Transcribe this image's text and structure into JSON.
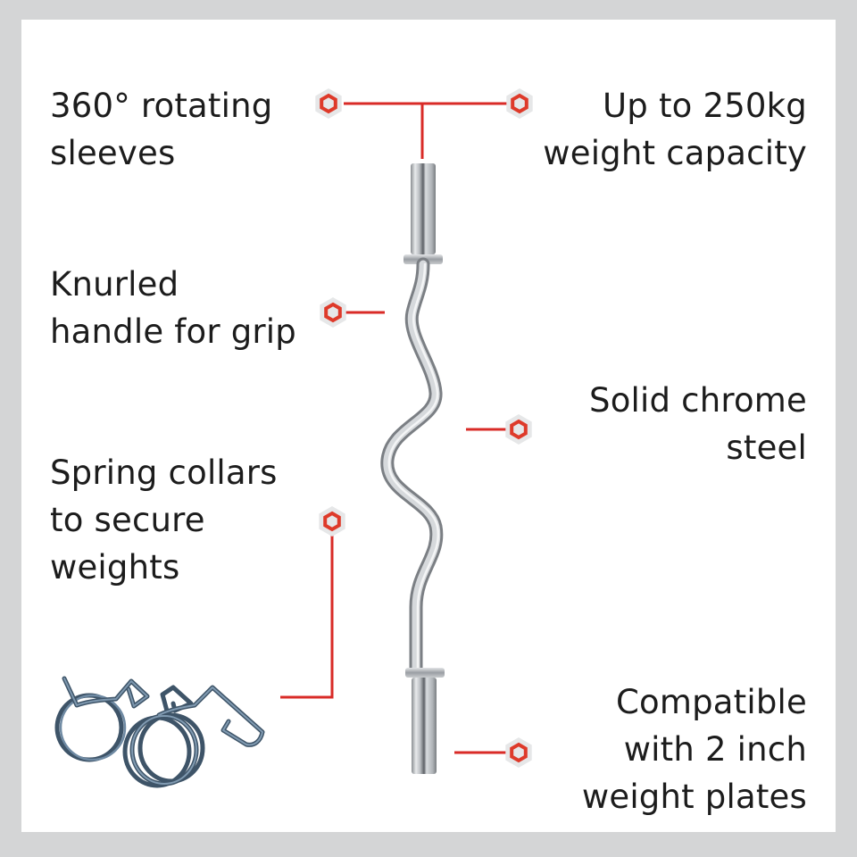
{
  "infographic": {
    "subject": "curl bar with spring collars",
    "colors": {
      "frame": "#d4d5d6",
      "panel": "#ffffff",
      "accent": "#d92b27",
      "text": "#1c1c1c",
      "hex_marker_bg": "#e6e7e8",
      "chrome": "#b8bcc0",
      "collar_steel": "#4a6278"
    },
    "features": [
      {
        "id": "rotating",
        "lines": [
          "360° rotating",
          "sleeves"
        ],
        "side": "left"
      },
      {
        "id": "capacity",
        "lines": [
          "Up to 250kg",
          "weight capacity"
        ],
        "side": "right"
      },
      {
        "id": "knurled",
        "lines": [
          "Knurled",
          "handle for grip"
        ],
        "side": "left"
      },
      {
        "id": "chrome",
        "lines": [
          "Solid chrome",
          "steel"
        ],
        "side": "right"
      },
      {
        "id": "collars",
        "lines": [
          "Spring collars",
          "to secure",
          "weights"
        ],
        "side": "left"
      },
      {
        "id": "compatible",
        "lines": [
          "Compatible",
          "with 2 inch",
          "weight plates"
        ],
        "side": "right"
      }
    ]
  }
}
